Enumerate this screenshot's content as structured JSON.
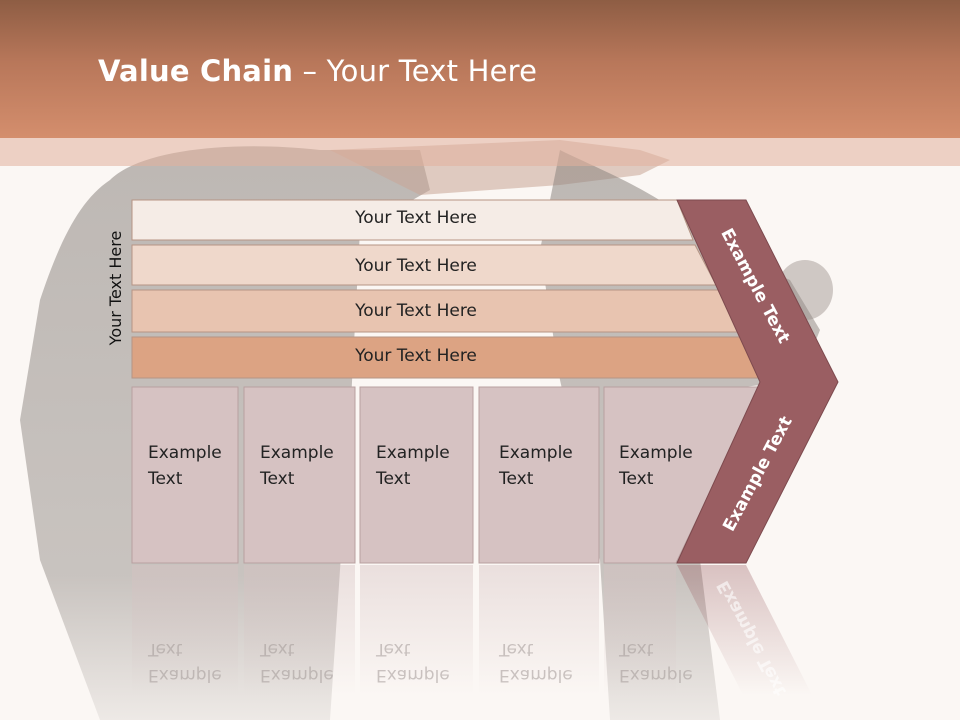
{
  "title": {
    "bold": "Value Chain",
    "rest": " – Your Text Here"
  },
  "side_label": "Your Text Here",
  "rows": [
    {
      "label": "Your Text Here",
      "color": "#f5ece6"
    },
    {
      "label": "Your Text Here",
      "color": "#efd8cb"
    },
    {
      "label": "Your Text Here",
      "color": "#e8c4b0"
    },
    {
      "label": "Your Text Here",
      "color": "#dca383"
    }
  ],
  "boxes": [
    {
      "line1": "Example",
      "line2": "Text"
    },
    {
      "line1": "Example",
      "line2": "Text"
    },
    {
      "line1": "Example",
      "line2": "Text"
    },
    {
      "line1": "Example",
      "line2": "Text"
    },
    {
      "line1": "Example",
      "line2": "Text"
    }
  ],
  "arrow": {
    "upper": "Example Text",
    "lower": "Example Text",
    "color": "#9a5e62"
  },
  "colors": {
    "header": "#c9825f",
    "box": "#d6c2c2",
    "background": "#fbf7f4"
  }
}
